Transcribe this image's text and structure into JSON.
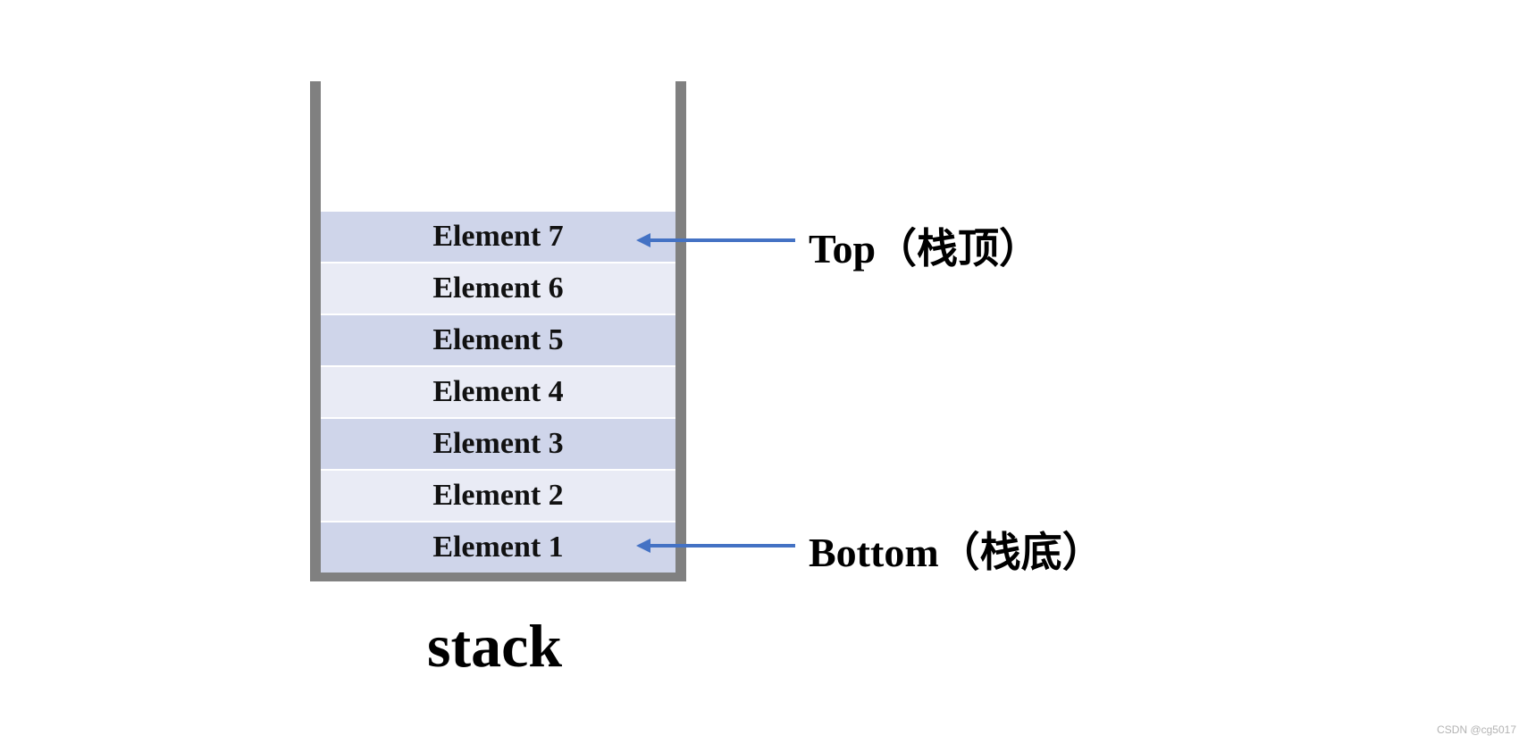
{
  "stack": {
    "items": [
      "Element 7",
      "Element 6",
      "Element 5",
      "Element 4",
      "Element 3",
      "Element 2",
      "Element 1"
    ],
    "caption": "stack"
  },
  "pointers": {
    "top_label": "Top（栈顶）",
    "bottom_label": "Bottom（栈底）"
  },
  "watermark": "CSDN @cg5017",
  "colors": {
    "wall": "#808080",
    "item_dark": "#cfd5ea",
    "item_light": "#e9ebf5",
    "arrow": "#4472c4"
  }
}
